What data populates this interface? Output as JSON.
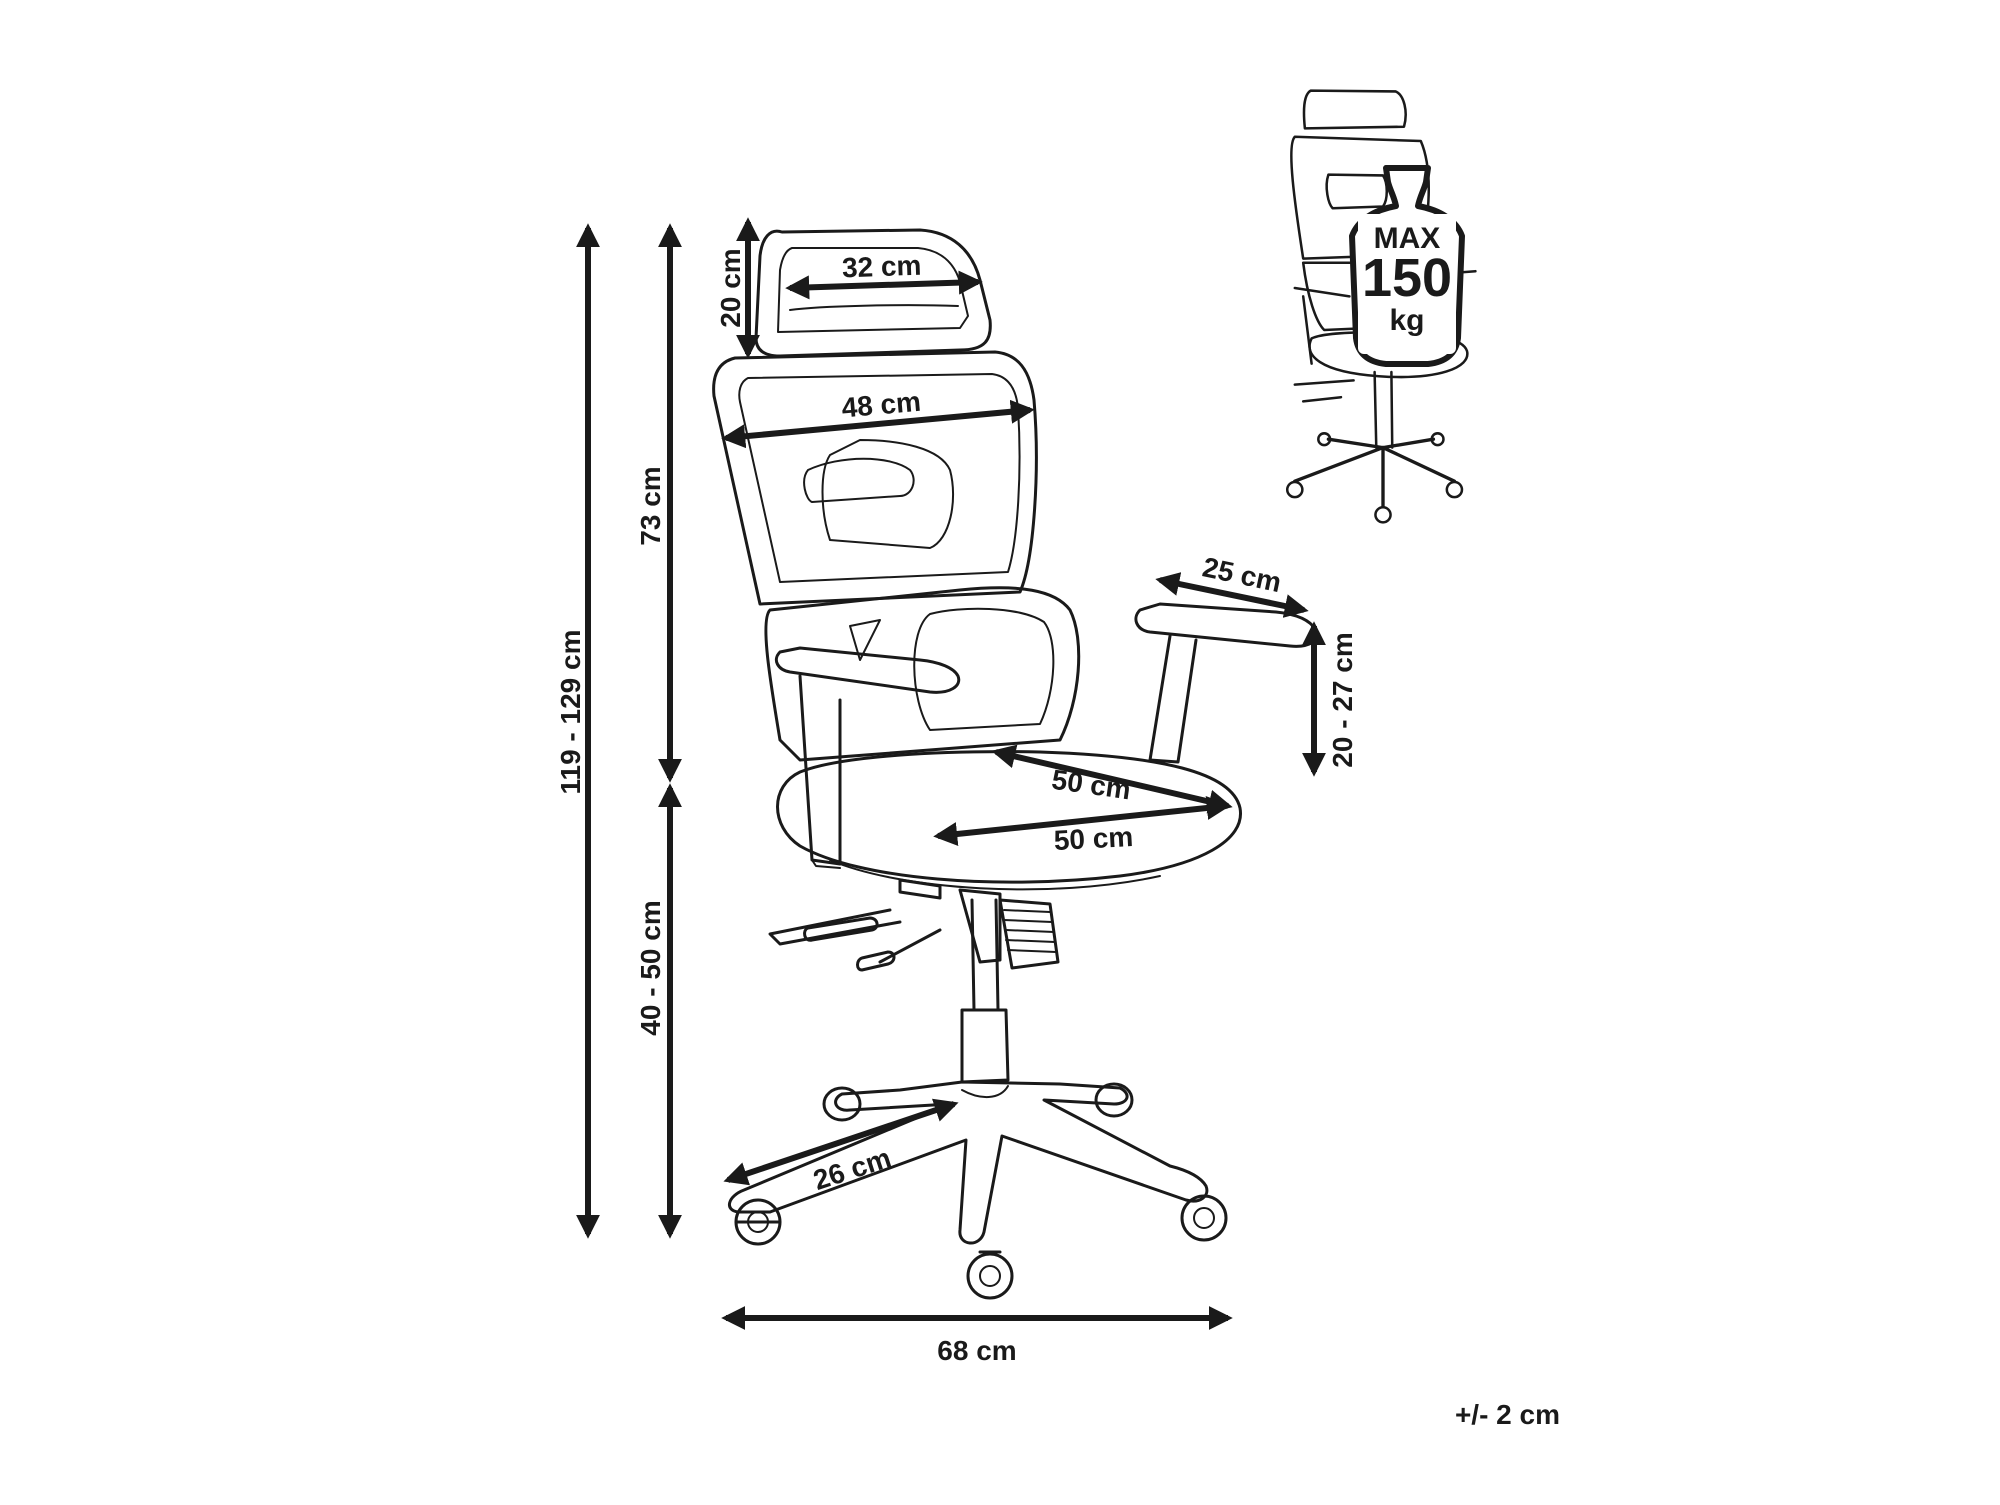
{
  "diagram": {
    "subject": "office chair dimensions",
    "labels": {
      "headrest_width": "32 cm",
      "headrest_height": "20 cm",
      "backrest_width": "48 cm",
      "backrest_height": "73 cm",
      "total_height": "119 - 129 cm",
      "seat_height": "40 - 50 cm",
      "armrest_length": "25 cm",
      "armrest_adjust": "20 - 27 cm",
      "seat_depth": "50 cm",
      "seat_width": "50 cm",
      "base_leg": "26 cm",
      "base_width": "68 cm",
      "tolerance": "+/- 2 cm"
    },
    "max_load": {
      "prefix": "MAX",
      "value": "150",
      "unit": "kg"
    },
    "colors": {
      "line": "#1a1a1a",
      "background": "#ffffff"
    }
  }
}
